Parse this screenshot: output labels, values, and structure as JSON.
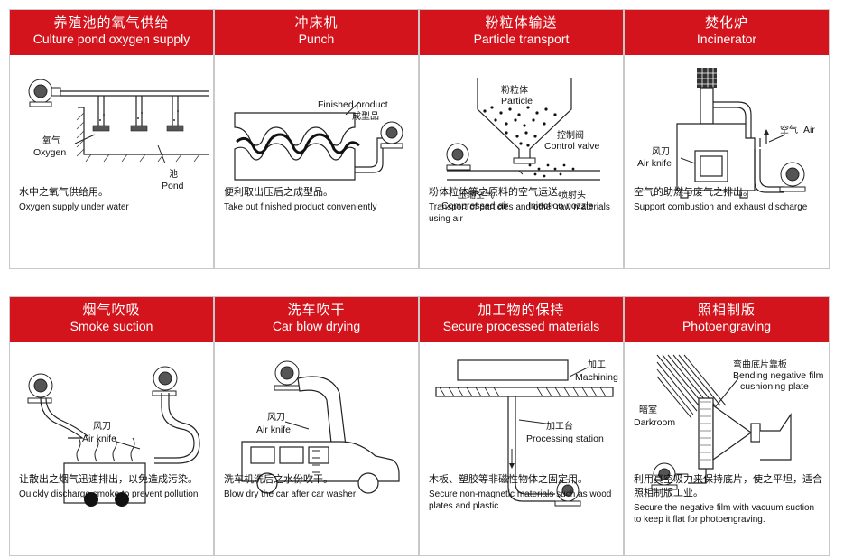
{
  "panels": [
    {
      "title_cn": "养殖池的氧气供给",
      "title_en": "Culture pond oxygen supply",
      "desc_cn": "水中之氧气供给用。",
      "desc_en": "Oxygen supply under water",
      "labels": {
        "oxygen_cn": "氧气",
        "oxygen_en": "Oxygen",
        "pond_cn": "池",
        "pond_en": "Pond"
      }
    },
    {
      "title_cn": "冲床机",
      "title_en": "Punch",
      "desc_cn": "便利取出压后之成型品。",
      "desc_en": "Take out finished product conveniently",
      "labels": {
        "finished_en": "Finished product",
        "finished_cn": "成型品"
      }
    },
    {
      "title_cn": "粉粒体输送",
      "title_en": "Particle transport",
      "desc_cn": "粉体粒体等之原料的空气运送。",
      "desc_en": "Transport of particles and other raw materials using air",
      "labels": {
        "particle_cn": "粉粒体",
        "particle_en": "Particle",
        "valve_cn": "控制阀",
        "valve_en": "Control valve",
        "air_cn": "压缩空气",
        "air_en": "Compressed air",
        "nozzle_cn": "喷射头",
        "nozzle_en": "Injection nozzle"
      }
    },
    {
      "title_cn": "焚化炉",
      "title_en": "Incinerator",
      "desc_cn": "空气的助燃与废气之排出。",
      "desc_en": "Support combustion and exhaust discharge",
      "labels": {
        "knife_cn": "风刀",
        "knife_en": "Air knife",
        "air_cn": "空气",
        "air_en": "Air"
      }
    },
    {
      "title_cn": "烟气吹吸",
      "title_en": "Smoke suction",
      "desc_cn": "让散出之烟气迅速排出，以免造成污染。",
      "desc_en": "Quickly discharge smoke to prevent pollution",
      "labels": {
        "knife_cn": "风刀",
        "knife_en": "Air knife"
      }
    },
    {
      "title_cn": "洗车吹干",
      "title_en": "Car blow drying",
      "desc_cn": "洗车机洗后之水份吹干。",
      "desc_en": "Blow dry the car after car washer",
      "labels": {
        "knife_cn": "风刀",
        "knife_en": "Air knife"
      }
    },
    {
      "title_cn": "加工物的保持",
      "title_en": "Secure processed materials",
      "desc_cn": "木板、塑胶等非磁性物体之固定用。",
      "desc_en": "Secure non-magnetic materials such as wood plates and plastic",
      "labels": {
        "machining_cn": "加工",
        "machining_en": "Machining",
        "station_cn": "加工台",
        "station_en": "Processing station"
      }
    },
    {
      "title_cn": "照相制版",
      "title_en": "Photoengraving",
      "desc_cn": "利用真空吸力来保持底片，使之平坦，适合照相制版工业。",
      "desc_en": "Secure the negative film with vacuum suction to keep it flat for photoengraving.",
      "labels": {
        "bend_cn": "弯曲底片靠板",
        "bend_en1": "Bending negative film",
        "bend_en2": "cushioning plate",
        "dark_cn": "暗室",
        "dark_en": "Darkroom"
      }
    }
  ]
}
